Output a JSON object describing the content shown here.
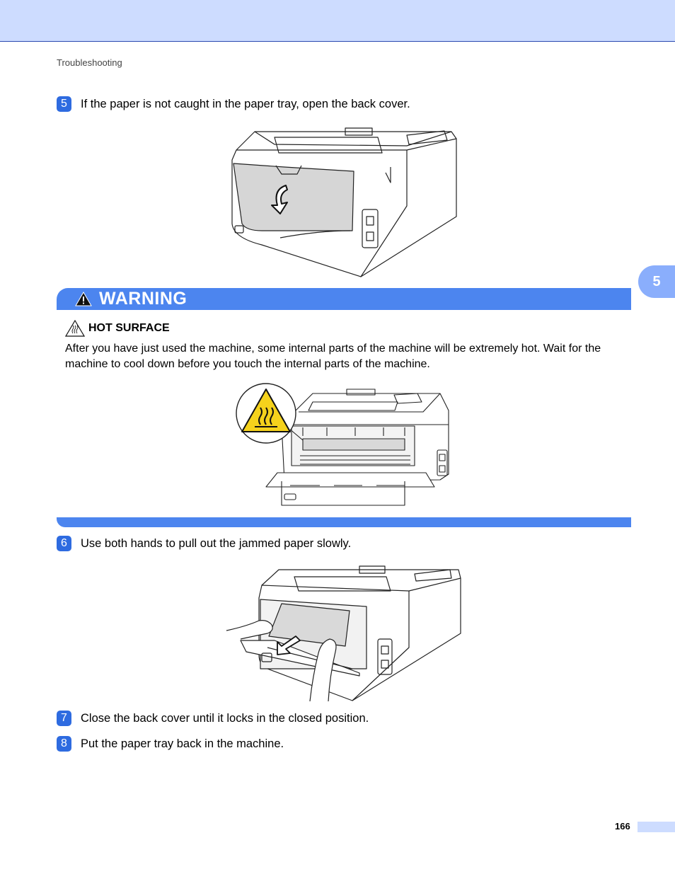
{
  "header": {
    "section": "Troubleshooting",
    "chapter_tab": "5"
  },
  "steps": [
    {
      "number": "5",
      "text": "If the paper is not caught in the paper tray, open the back cover."
    },
    {
      "number": "6",
      "text": "Use both hands to pull out the jammed paper slowly."
    },
    {
      "number": "7",
      "text": "Close the back cover until it locks in the closed position."
    },
    {
      "number": "8",
      "text": "Put the paper tray back in the machine."
    }
  ],
  "warning": {
    "title": "WARNING",
    "subtitle": "HOT SURFACE",
    "body": "After you have just used the machine, some internal parts of the machine will be extremely hot. Wait for the machine to cool down before you touch the internal parts of the machine."
  },
  "footer": {
    "page_number": "166"
  },
  "colors": {
    "accent": "#4c85ef",
    "step_badge": "#2e6be0",
    "band": "#cddcff",
    "hot_symbol": "#f5d21c"
  },
  "icons": [
    "warning-triangle-icon",
    "hot-surface-icon",
    "down-arrow-icon"
  ]
}
